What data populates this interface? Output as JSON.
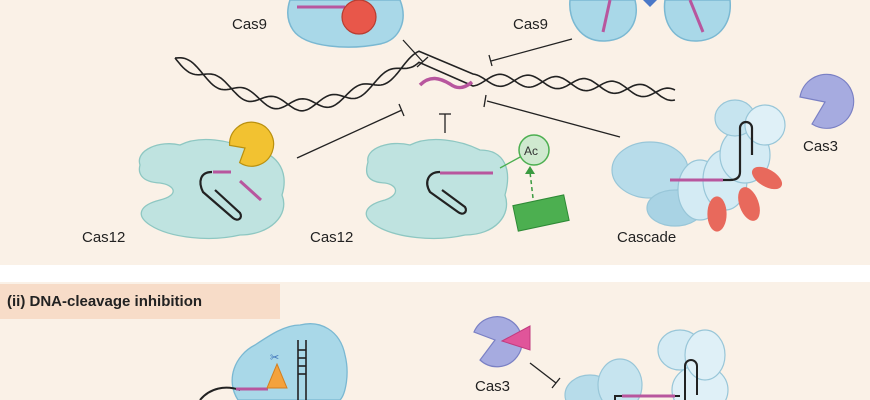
{
  "panel_i": {
    "labels": {
      "cas9_left": "Cas9",
      "cas9_right": "Cas9",
      "cas12_left": "Cas12",
      "cas12_middle": "Cas12",
      "cascade": "Cascade",
      "cas3": "Cas3",
      "acetyl": "Ac"
    }
  },
  "panel_ii": {
    "title": "(ii) DNA-cleavage inhibition",
    "labels": {
      "cas3": "Cas3"
    }
  },
  "colors": {
    "background": "#faf1e7",
    "header": "#f7dcc8",
    "cas9_blue": "#a9d8e8",
    "cas12_teal": "#bfe3e0",
    "cascade_blue": "#cbe6f0",
    "cas3_purple": "#a6abe0",
    "guide_magenta": "#b8569e",
    "inhibitor_red": "#e8695c",
    "inhibitor_yellow": "#f2c231",
    "acetyl_green": "#4caf50",
    "triangle_orange": "#f4a23c",
    "triangle_pink": "#e0559a"
  }
}
